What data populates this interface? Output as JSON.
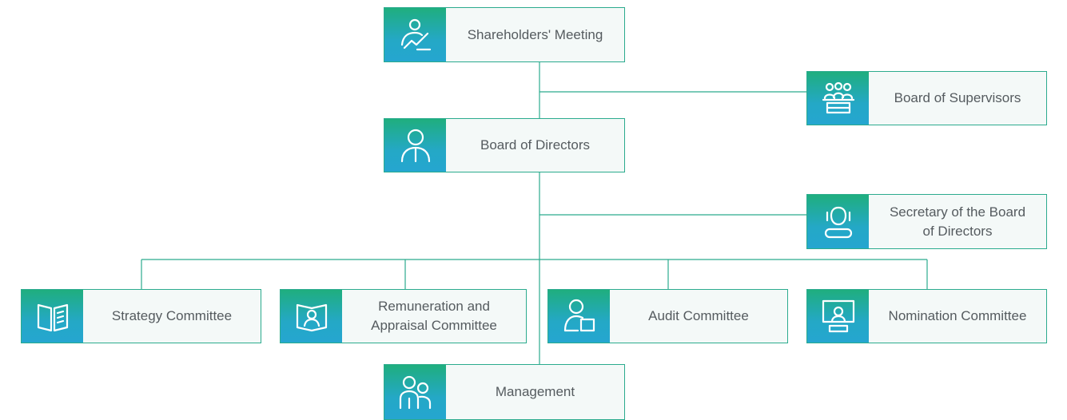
{
  "nodes": {
    "shareholders": {
      "label": "Shareholders' Meeting",
      "icon": "chart-person-icon"
    },
    "supervisors": {
      "label": "Board of Supervisors",
      "icon": "group-podium-icon"
    },
    "directors": {
      "label": "Board of Directors",
      "icon": "person-tie-icon"
    },
    "secretary": {
      "label": "Secretary of the Board\nof Directors",
      "icon": "headset-person-icon"
    },
    "strategy": {
      "label": "Strategy Committee",
      "icon": "open-book-icon"
    },
    "remuneration": {
      "label": "Remuneration and\nAppraisal Committee",
      "icon": "book-person-icon"
    },
    "audit": {
      "label": "Audit Committee",
      "icon": "person-document-icon"
    },
    "nomination": {
      "label": "Nomination Committee",
      "icon": "presentation-screen-icon"
    },
    "management": {
      "label": "Management",
      "icon": "two-persons-icon"
    }
  },
  "colors": {
    "line": "#2bab8e",
    "icon_gradient_top": "#1fae7e",
    "icon_gradient_bottom": "#25a6d0",
    "label_bg": "#f4f9f8",
    "text": "#555b5f"
  }
}
